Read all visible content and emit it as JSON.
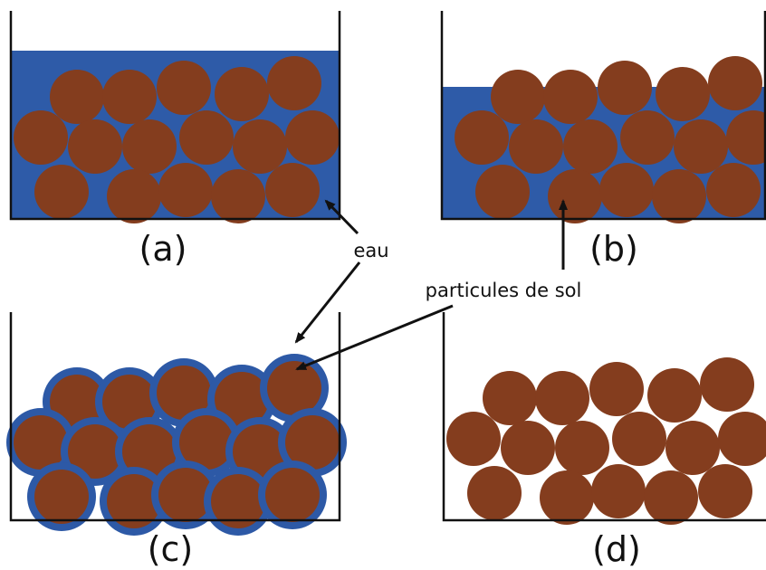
{
  "colors": {
    "water": "#2e5ba8",
    "particle": "#843d1e",
    "water_film": "#2d59a6",
    "outline": "#111111",
    "arrow": "#111111",
    "background": "#ffffff"
  },
  "panels": [
    {
      "id": "a",
      "label": "(a)",
      "state": "saturated"
    },
    {
      "id": "b",
      "label": "(b)",
      "state": "partially-saturated"
    },
    {
      "id": "c",
      "label": "(c)",
      "state": "water-films"
    },
    {
      "id": "d",
      "label": "(d)",
      "state": "dry"
    }
  ],
  "annotations": {
    "water": "eau",
    "particles": "particules de sol"
  }
}
